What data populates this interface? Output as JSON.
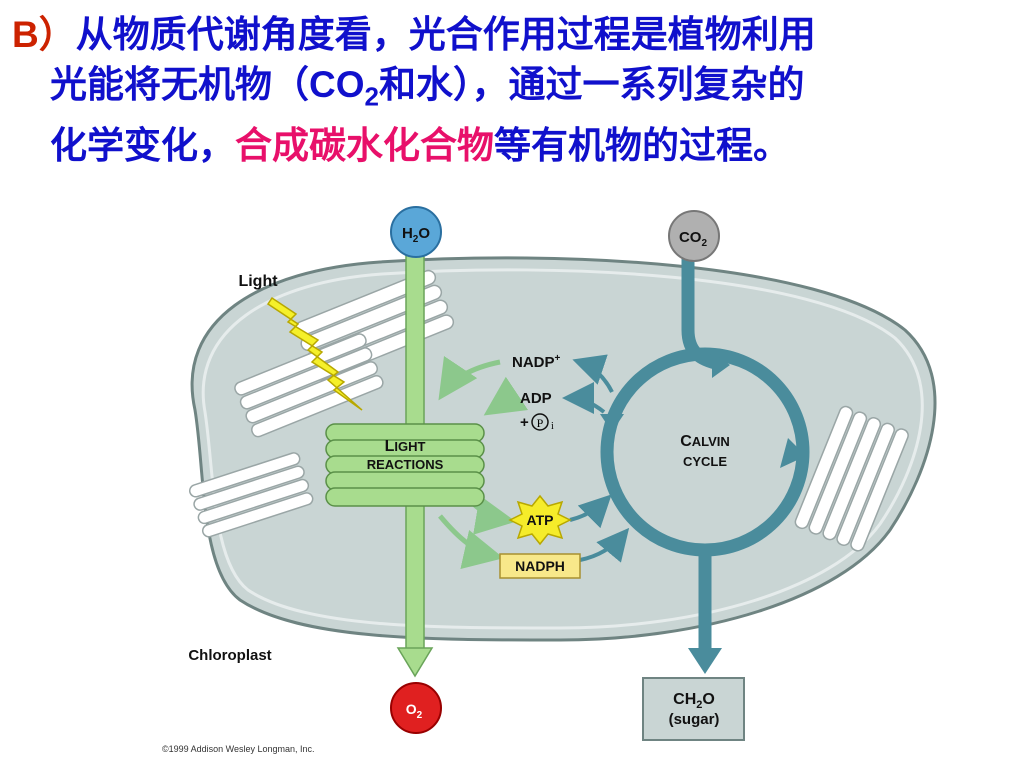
{
  "caption": {
    "marker": "B）",
    "line1": "从物质代谢角度看，光合作用过程是植物利用",
    "line2_a": "光能将无机物（",
    "line2_co": "CO",
    "line2_sub": "2",
    "line2_b": "和水），通过一系列复杂的",
    "line3_a": "化学变化，",
    "line3_highlight": "合成碳水化合物",
    "line3_b": "等有机物的过程。"
  },
  "diagram": {
    "h2o": {
      "main": "H",
      "sub": "2",
      "tail": "O"
    },
    "co2": {
      "main": "CO",
      "sub": "2"
    },
    "o2": {
      "main": "O",
      "sub": "2"
    },
    "light": "Light",
    "light_reactions": {
      "line1_cap": "L",
      "line1_rest": "IGHT",
      "line2": "REACTIONS"
    },
    "calvin": {
      "line1_cap": "C",
      "line1_rest": "ALVIN",
      "line2": "CYCLE"
    },
    "nadp": "NADP",
    "nadp_sup": "+",
    "adp": "ADP",
    "pi_plus": "+",
    "pi_symbol": "P",
    "pi_sub": "i",
    "atp": "ATP",
    "nadph": "NADPH",
    "sugar": {
      "main": "CH",
      "sub": "2",
      "tail": "O",
      "line2": "(sugar)"
    },
    "chloroplast": "Chloroplast",
    "copyright": "©1999 Addison Wesley Longman, Inc."
  },
  "colors": {
    "caption_text": "#1010cc",
    "caption_marker": "#cc2200",
    "caption_highlight": "#e8106a",
    "stroma": "#c9d5d4",
    "thylakoid_green": "#a8dc8e",
    "calvin_teal": "#4a8c9c",
    "h2o_blue": "#5aa7d8",
    "o2_red": "#e02020",
    "co2_gray": "#b0b0b0",
    "atp_yellow": "#f5ec2a",
    "nadph_box": "#f8e88a"
  }
}
